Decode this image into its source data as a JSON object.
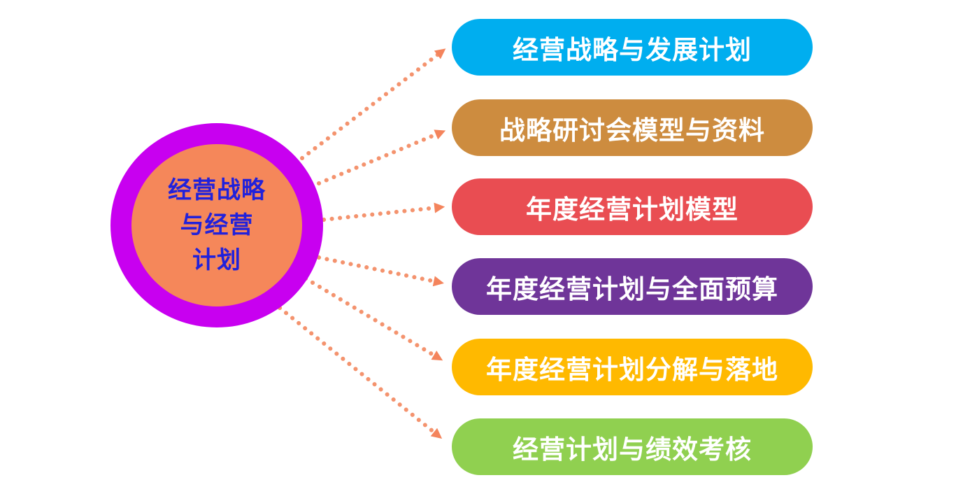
{
  "diagram": {
    "center": {
      "line1": "经营战略",
      "line2": "与经营",
      "line3": "计划",
      "fill_color": "#F5875A",
      "ring_color": "#C800F0",
      "text_color": "#2121DB"
    },
    "arrows": {
      "dot_color": "#F4936E",
      "head_color": "#F4845C"
    },
    "pills": [
      {
        "label": "经营战略与发展计划",
        "color": "#00AEEF"
      },
      {
        "label": "战略研讨会模型与资料",
        "color": "#CD8C3F"
      },
      {
        "label": "年度经营计划模型",
        "color": "#E94D52"
      },
      {
        "label": "年度经营计划与全面预算",
        "color": "#6F3599"
      },
      {
        "label": "年度经营计划分解与落地",
        "color": "#FFB900"
      },
      {
        "label": "经营计划与绩效考核",
        "color": "#90D050"
      }
    ],
    "pill_text_color": "#FFFFFF"
  }
}
